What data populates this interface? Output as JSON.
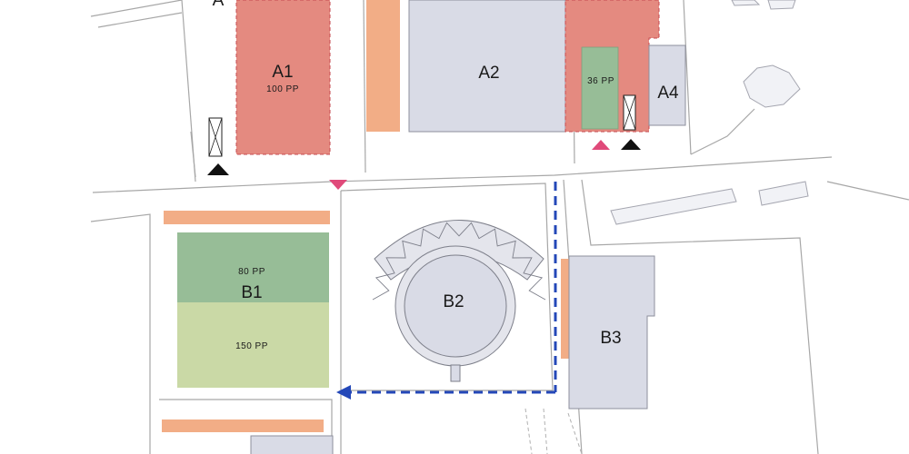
{
  "colors": {
    "parking_red": "#e48a80",
    "parking_red_border": "#c64b50",
    "building_grey": "#d9dbe6",
    "building_border": "#8d8f9c",
    "green_parking": "#97bd97",
    "light_green_parking": "#cad9a6",
    "orange_strip": "#f2ad86",
    "route_blue": "#2448b8",
    "marker_pink": "#e04a7a",
    "marker_black": "#111111",
    "road_line": "#a7a7a7"
  },
  "zones": {
    "a1": {
      "name": "A1",
      "capacity": "100 PP"
    },
    "a2": {
      "name": "A2"
    },
    "a3": {
      "capacity": "36 PP"
    },
    "a4": {
      "name": "A4"
    },
    "b1": {
      "name": "B1",
      "upper_capacity": "80 PP",
      "lower_capacity": "150 PP"
    },
    "b2": {
      "name": "B2"
    },
    "b3": {
      "name": "B3"
    }
  },
  "markers": [
    {
      "kind": "entrance",
      "color": "black",
      "direction": "up",
      "label": "A1 entrance"
    },
    {
      "kind": "entrance",
      "color": "pink",
      "direction": "down",
      "label": "main road entrance"
    },
    {
      "kind": "entrance",
      "color": "pink",
      "direction": "up",
      "label": "A3 pink entrance"
    },
    {
      "kind": "entrance",
      "color": "black",
      "direction": "up",
      "label": "A4 entrance"
    }
  ],
  "route": {
    "style": "dashed",
    "color": "blue",
    "arrow_direction": "left"
  },
  "top_left_fragment": "A"
}
